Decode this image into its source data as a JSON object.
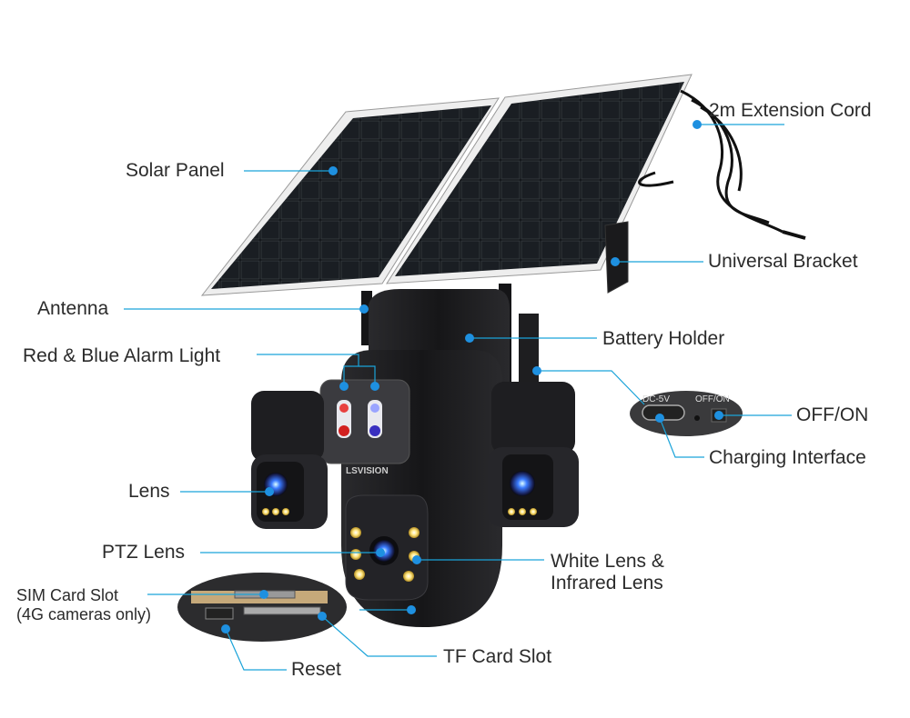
{
  "brand": "LSVISION",
  "colors": {
    "leader_line": "#1aa3d9",
    "leader_dot": "#1e90e0",
    "device_body": "#1d1d1f",
    "panel_cell": "#111418",
    "panel_frame": "#e6e6e6"
  },
  "callouts": [
    {
      "id": "solar-panel",
      "label": "Solar Panel"
    },
    {
      "id": "extension-cord",
      "label": "2m Extension Cord"
    },
    {
      "id": "universal-bracket",
      "label": "Universal Bracket"
    },
    {
      "id": "antenna",
      "label": "Antenna"
    },
    {
      "id": "alarm-light",
      "label": "Red & Blue Alarm Light"
    },
    {
      "id": "battery-holder",
      "label": "Battery Holder"
    },
    {
      "id": "off-on",
      "label": "OFF/ON"
    },
    {
      "id": "charging-interface",
      "label": "Charging Interface"
    },
    {
      "id": "lens",
      "label": "Lens"
    },
    {
      "id": "ptz-lens",
      "label": "PTZ Lens"
    },
    {
      "id": "white-infrared-lens",
      "label": "White Lens &\nInfrared Lens",
      "line1": "White Lens &",
      "line2": "Infrared Lens"
    },
    {
      "id": "sim-card-slot",
      "line1": "SIM Card Slot",
      "line2": "(4G cameras only)"
    },
    {
      "id": "reset",
      "label": "Reset"
    },
    {
      "id": "tf-card-slot",
      "label": "TF Card Slot"
    }
  ],
  "port_detail": {
    "port_text": "DC-5V",
    "switch_text": "OFF/ON"
  }
}
